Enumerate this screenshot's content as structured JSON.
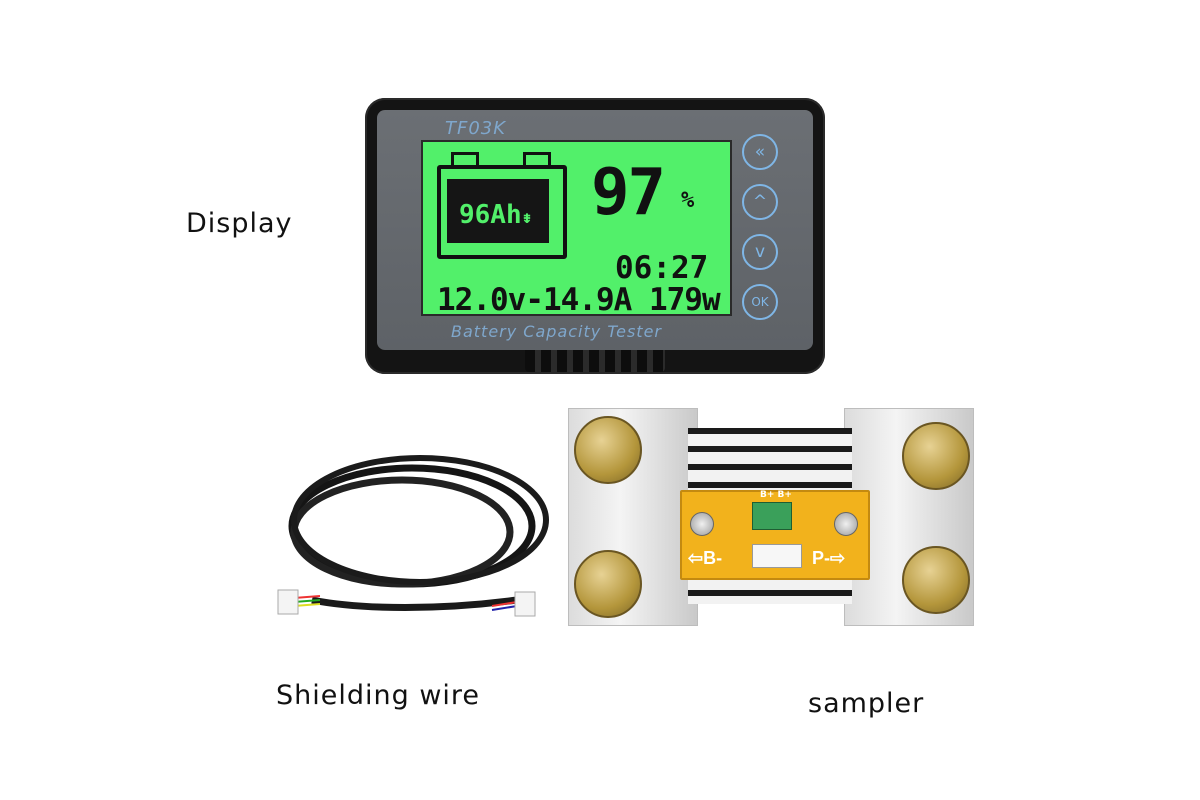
{
  "captions": {
    "display": "Display",
    "wire": "Shielding wire",
    "sampler": "sampler"
  },
  "device": {
    "brand": "TF03K",
    "tagline": "Battery Capacity Tester",
    "lcd": {
      "capacity": "96Ah",
      "percent": "97",
      "percent_unit": "%",
      "time": "06:27",
      "readout": "12.0v-14.9A 179w"
    },
    "buttons": {
      "back": "«",
      "up": "^",
      "down": "v",
      "ok": "OK"
    }
  },
  "sampler": {
    "left_label": "B-",
    "right_label": "P-",
    "terminal_label": "B+ B+"
  },
  "colors": {
    "lcd_backlight": "#52f06a",
    "key_glow": "#7fb6e6",
    "pcb": "#f2b21c",
    "bolt": "#b4963b"
  }
}
